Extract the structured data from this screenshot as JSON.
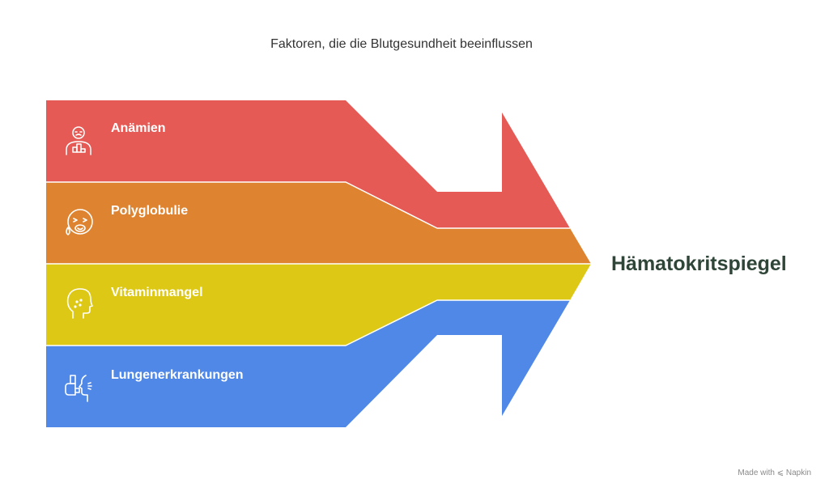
{
  "title": "Faktoren, die die Blutgesundheit beeinflussen",
  "target": "Hämatokritspiegel",
  "bands": [
    {
      "label": "Anämien",
      "color": "#e55a55",
      "icon": "person-fatigue-icon"
    },
    {
      "label": "Polyglobulie",
      "color": "#de8430",
      "icon": "dizzy-face-icon"
    },
    {
      "label": "Vitaminmangel",
      "color": "#ddc815",
      "icon": "pale-face-icon"
    },
    {
      "label": "Lungenerkrankungen",
      "color": "#4f88e6",
      "icon": "inhaler-icon"
    }
  ],
  "watermark": "Made with ⩽ Napkin"
}
